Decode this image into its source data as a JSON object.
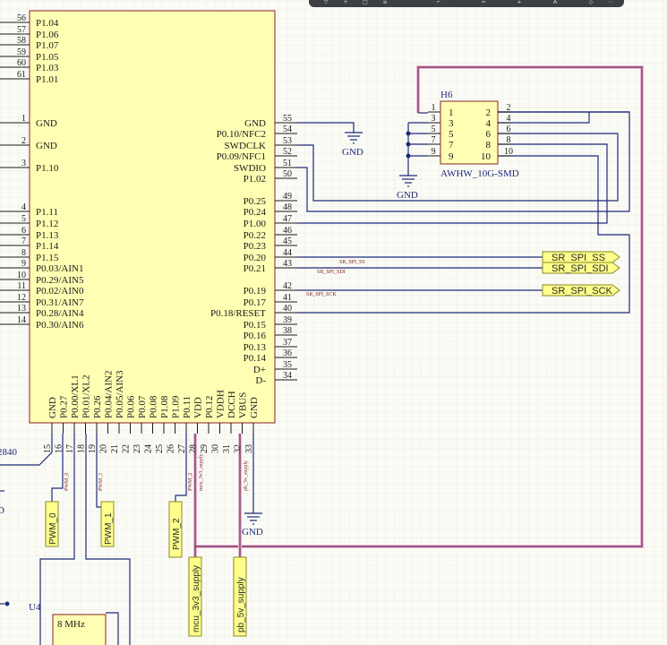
{
  "colors": {
    "background": "#fbfbf6",
    "grid": "#ecece4",
    "component_fill": "#ffffb4",
    "component_stroke": "#8b2020",
    "wire": "#1d2a7a",
    "power_highlight": "#c46aa0",
    "port_fill": "#ffff8c",
    "net_label": "#7a1f1f"
  },
  "mcu": {
    "left_pins": [
      {
        "num": "56",
        "label": "P1.04"
      },
      {
        "num": "57",
        "label": "P1.06"
      },
      {
        "num": "58",
        "label": "P1.07"
      },
      {
        "num": "59",
        "label": "P1.05"
      },
      {
        "num": "60",
        "label": "P1.03"
      },
      {
        "num": "61",
        "label": "P1.01"
      },
      {
        "num": "1",
        "label": "GND"
      },
      {
        "num": "2",
        "label": "GND"
      },
      {
        "num": "3",
        "label": "P1.10"
      },
      {
        "num": "4",
        "label": "P1.11"
      },
      {
        "num": "5",
        "label": "P1.12"
      },
      {
        "num": "6",
        "label": "P1.13"
      },
      {
        "num": "7",
        "label": "P1.14"
      },
      {
        "num": "8",
        "label": "P1.15"
      },
      {
        "num": "9",
        "label": "P0.03/AIN1"
      },
      {
        "num": "10",
        "label": "P0.29/AIN5"
      },
      {
        "num": "11",
        "label": "P0.02/AIN0"
      },
      {
        "num": "12",
        "label": "P0.31/AIN7"
      },
      {
        "num": "13",
        "label": "P0.28/AIN4"
      },
      {
        "num": "14",
        "label": "P0.30/AIN6"
      }
    ],
    "right_pins": [
      {
        "num": "55",
        "label": "GND"
      },
      {
        "num": "54",
        "label": "P0.10/NFC2"
      },
      {
        "num": "53",
        "label": "SWDCLK"
      },
      {
        "num": "52",
        "label": "P0.09/NFC1"
      },
      {
        "num": "51",
        "label": "SWDIO"
      },
      {
        "num": "50",
        "label": "P1.02"
      },
      {
        "num": "49",
        "label": "P0.25"
      },
      {
        "num": "48",
        "label": "P0.24"
      },
      {
        "num": "47",
        "label": "P1.00"
      },
      {
        "num": "46",
        "label": "P0.22"
      },
      {
        "num": "45",
        "label": "P0.23"
      },
      {
        "num": "44",
        "label": "P0.20"
      },
      {
        "num": "43",
        "label": "P0.21"
      },
      {
        "num": "42",
        "label": "P0.19"
      },
      {
        "num": "41",
        "label": "P0.17"
      },
      {
        "num": "40",
        "label": "P0.18/RESET"
      },
      {
        "num": "39",
        "label": "P0.15"
      },
      {
        "num": "38",
        "label": "P0.16"
      },
      {
        "num": "37",
        "label": "P0.13"
      },
      {
        "num": "36",
        "label": "P0.14"
      },
      {
        "num": "35",
        "label": "D+"
      },
      {
        "num": "34",
        "label": "D-"
      }
    ],
    "bottom_pins": [
      {
        "num": "15",
        "label": "GND"
      },
      {
        "num": "16",
        "label": "P0.27"
      },
      {
        "num": "17",
        "label": "P0.00/XL1"
      },
      {
        "num": "18",
        "label": "P0.01/XL2"
      },
      {
        "num": "19",
        "label": "P0.26"
      },
      {
        "num": "20",
        "label": "P0.04/AIN2"
      },
      {
        "num": "21",
        "label": "P0.05/AIN3"
      },
      {
        "num": "22",
        "label": "P0.06"
      },
      {
        "num": "23",
        "label": "P0.07"
      },
      {
        "num": "24",
        "label": "P0.08"
      },
      {
        "num": "25",
        "label": "P1.08"
      },
      {
        "num": "26",
        "label": "P1.09"
      },
      {
        "num": "27",
        "label": "P0.11"
      },
      {
        "num": "28",
        "label": "VDD"
      },
      {
        "num": "29",
        "label": "P0.12"
      },
      {
        "num": "30",
        "label": "VDDH"
      },
      {
        "num": "31",
        "label": "DCCH"
      },
      {
        "num": "32",
        "label": "VBUS"
      },
      {
        "num": "33",
        "label": "GND"
      }
    ],
    "partial_label": "2840"
  },
  "header": {
    "designator": "H6",
    "part": "AWHW_10G-SMD",
    "left_pins": [
      "1",
      "3",
      "5",
      "7",
      "9"
    ],
    "right_pins": [
      "2",
      "4",
      "6",
      "8",
      "10"
    ],
    "outer_left": [
      "1",
      "3",
      "5",
      "7",
      "9"
    ],
    "outer_right": [
      "2",
      "4",
      "6",
      "8",
      "10"
    ]
  },
  "gnd_labels": [
    "GND",
    "GND",
    "GND"
  ],
  "partial_gnd": "D",
  "ports": {
    "spi_ss": "SR_SPI_SS",
    "spi_sdi": "SR_SPI_SDI",
    "spi_sck": "SR_SPI_SCK",
    "pwm0": "PWM_0",
    "pwm1": "PWM_1",
    "pwm2": "PWM_2",
    "mcu_supply": "mcu_3v3_supply",
    "pb_supply": "pb_5v_supply"
  },
  "net_labels": {
    "ss": "SR_SPI_SS",
    "sdi": "SR_SPI_SDI",
    "sck": "SR_SPI_SCK",
    "pwm0": "PWM_0",
    "pwm1": "PWM_1",
    "pwm2": "PWM_2",
    "mcu": "mcu_3v3_supply",
    "pb": "pb_5v_supply"
  },
  "crystal": {
    "designator": "U4",
    "label": "8 MHz"
  }
}
